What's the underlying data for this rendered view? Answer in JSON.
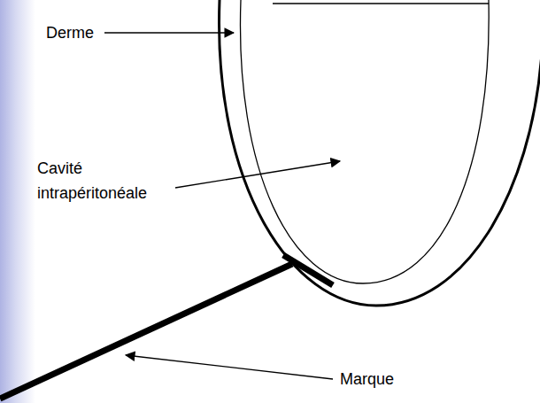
{
  "diagram": {
    "labels": [
      "Derme",
      "Cavité intrapéritonéale",
      "Marque"
    ]
  }
}
